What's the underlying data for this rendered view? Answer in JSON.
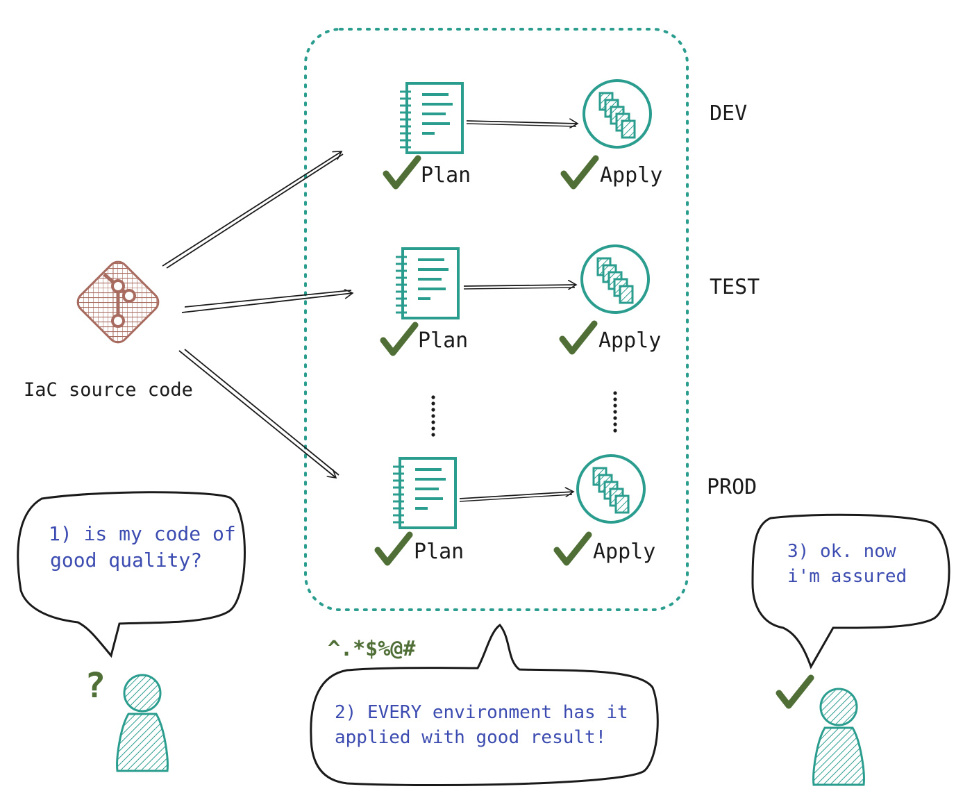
{
  "source": {
    "label": "IaC source code",
    "icon": "git-logo-icon"
  },
  "environments": [
    {
      "name": "DEV",
      "plan_label": "Plan",
      "apply_label": "Apply"
    },
    {
      "name": "TEST",
      "plan_label": "Plan",
      "apply_label": "Apply"
    },
    {
      "name": "PROD",
      "plan_label": "Plan",
      "apply_label": "Apply"
    }
  ],
  "bubbles": {
    "left": {
      "line1": "1) is my code of",
      "line2": "good quality?"
    },
    "middle": {
      "line1": "2) EVERY environment has it",
      "line2": "applied with good result!"
    },
    "right": {
      "line1": "3) ok. now",
      "line2": "i'm assured"
    }
  },
  "exclamation": "^.*$%@#",
  "question_mark": "?",
  "colors": {
    "teal": "#2a9d8f",
    "git": "#a86b5f",
    "check": "#4f6f36",
    "bubble_text": "#3b4bb0",
    "ink": "#1a1a1a"
  }
}
